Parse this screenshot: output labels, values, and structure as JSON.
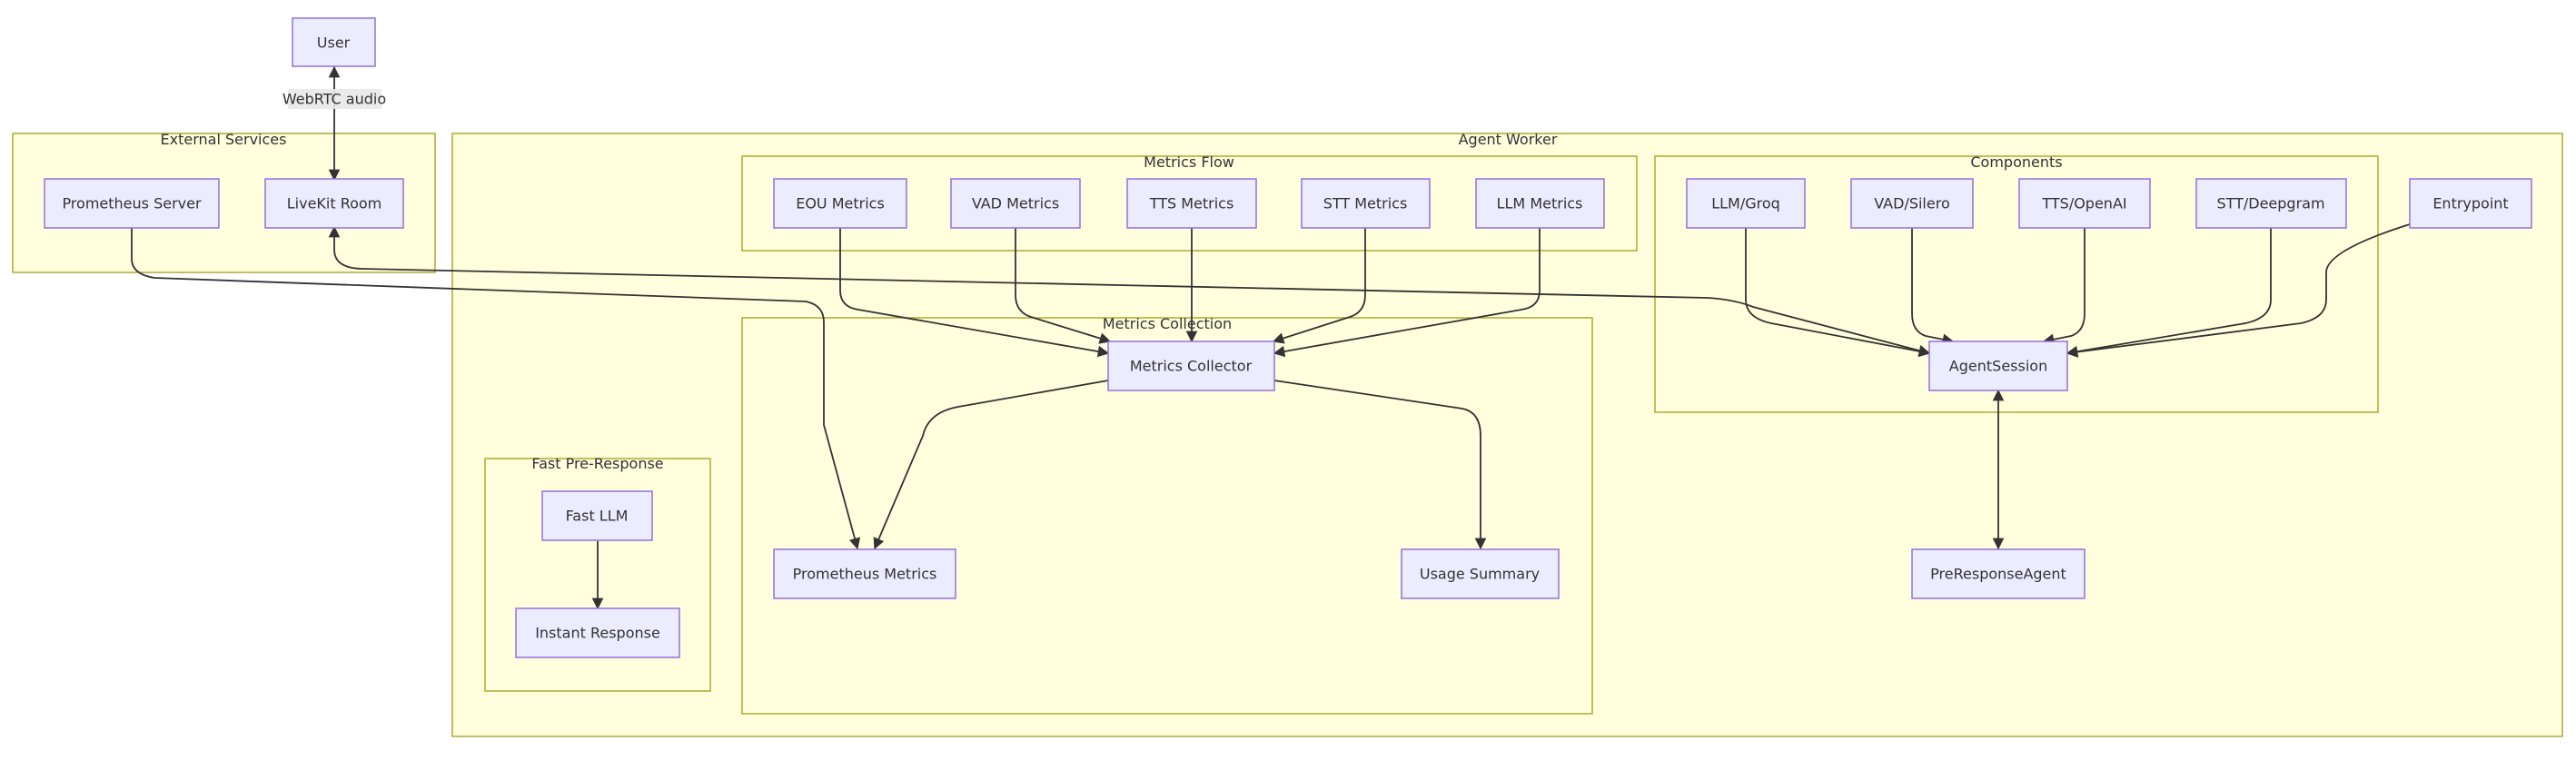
{
  "colors": {
    "cluster_fill": "#ffffde",
    "cluster_stroke": "#aaaa33",
    "node_fill": "#ececff",
    "node_stroke": "#9370db",
    "edge": "#333333"
  },
  "clusters": {
    "external_services": "External Services",
    "agent_worker": "Agent Worker",
    "metrics_flow": "Metrics Flow",
    "components": "Components",
    "metrics_collection": "Metrics Collection",
    "fast_pre_response": "Fast Pre-Response"
  },
  "nodes": {
    "user": "User",
    "prometheus_server": "Prometheus Server",
    "livekit_room": "LiveKit Room",
    "eou_metrics": "EOU Metrics",
    "vad_metrics": "VAD Metrics",
    "tts_metrics": "TTS Metrics",
    "stt_metrics": "STT Metrics",
    "llm_metrics": "LLM Metrics",
    "llm_groq": "LLM/Groq",
    "vad_silero": "VAD/Silero",
    "tts_openai": "TTS/OpenAI",
    "stt_deepgram": "STT/Deepgram",
    "entrypoint": "Entrypoint",
    "agent_session": "AgentSession",
    "metrics_collector": "Metrics Collector",
    "prometheus_metrics": "Prometheus Metrics",
    "usage_summary": "Usage Summary",
    "pre_response_agent": "PreResponseAgent",
    "fast_llm": "Fast LLM",
    "instant_response": "Instant Response"
  },
  "edge_labels": {
    "webrtc_audio": "WebRTC audio"
  }
}
